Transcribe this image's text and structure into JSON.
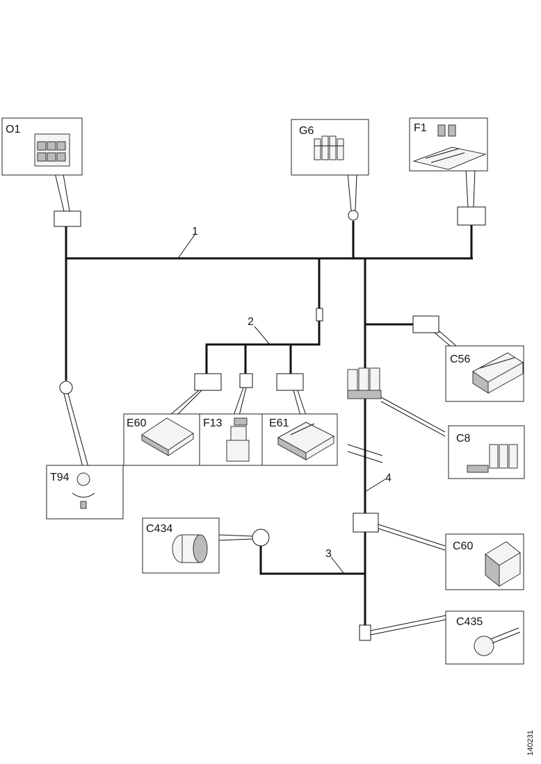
{
  "components": {
    "o1": "O1",
    "g6": "G6",
    "f1": "F1",
    "c56": "C56",
    "e60": "E60",
    "f13": "F13",
    "e61": "E61",
    "c8": "C8",
    "t94": "T94",
    "c434": "C434",
    "c60": "C60",
    "c435": "C435"
  },
  "harness_numbers": {
    "n1": "1",
    "n2": "2",
    "n3": "3",
    "n4": "4"
  },
  "document_id": "140231"
}
